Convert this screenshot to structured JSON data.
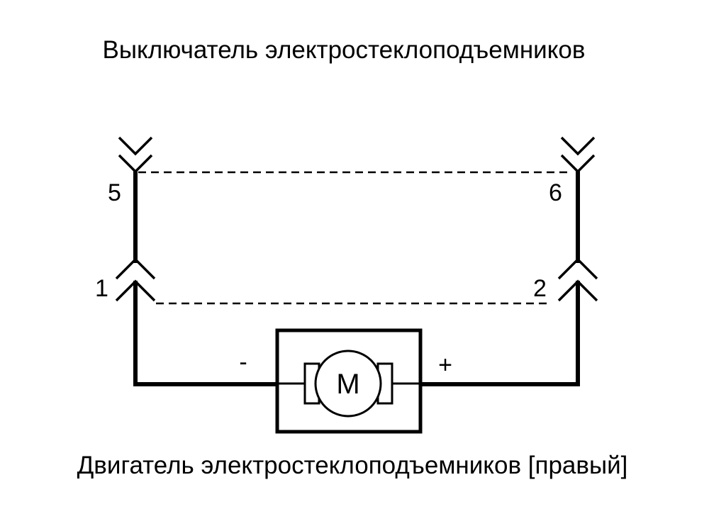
{
  "switch_title": "Выключатель электростеклоподъемников",
  "motor_title": "Двигатель электростеклоподъемников [правый]",
  "pins": {
    "pin5": "5",
    "pin6": "6",
    "pin1": "1",
    "pin2": "2"
  },
  "motor": {
    "letter": "M",
    "minus": "-",
    "plus": "+"
  }
}
